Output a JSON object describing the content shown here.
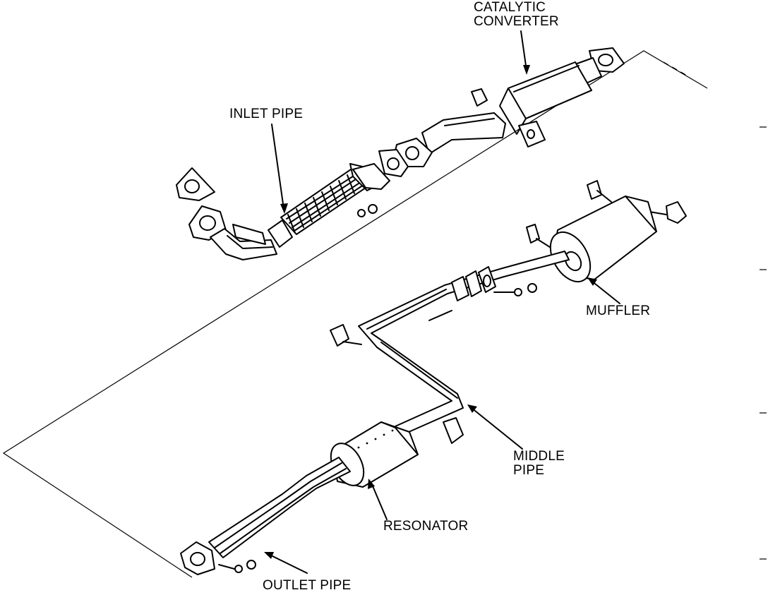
{
  "labels": {
    "catalytic_converter_line1": "CATALYTIC",
    "catalytic_converter_line2": "CONVERTER",
    "inlet_pipe": "INLET PIPE",
    "muffler": "MUFFLER",
    "middle_pipe_line1": "MIDDLE",
    "middle_pipe_line2": "PIPE",
    "resonator": "RESONATOR",
    "outlet_pipe": "OUTLET PIPE"
  },
  "colors": {
    "ink": "#000000",
    "paper": "#ffffff"
  }
}
